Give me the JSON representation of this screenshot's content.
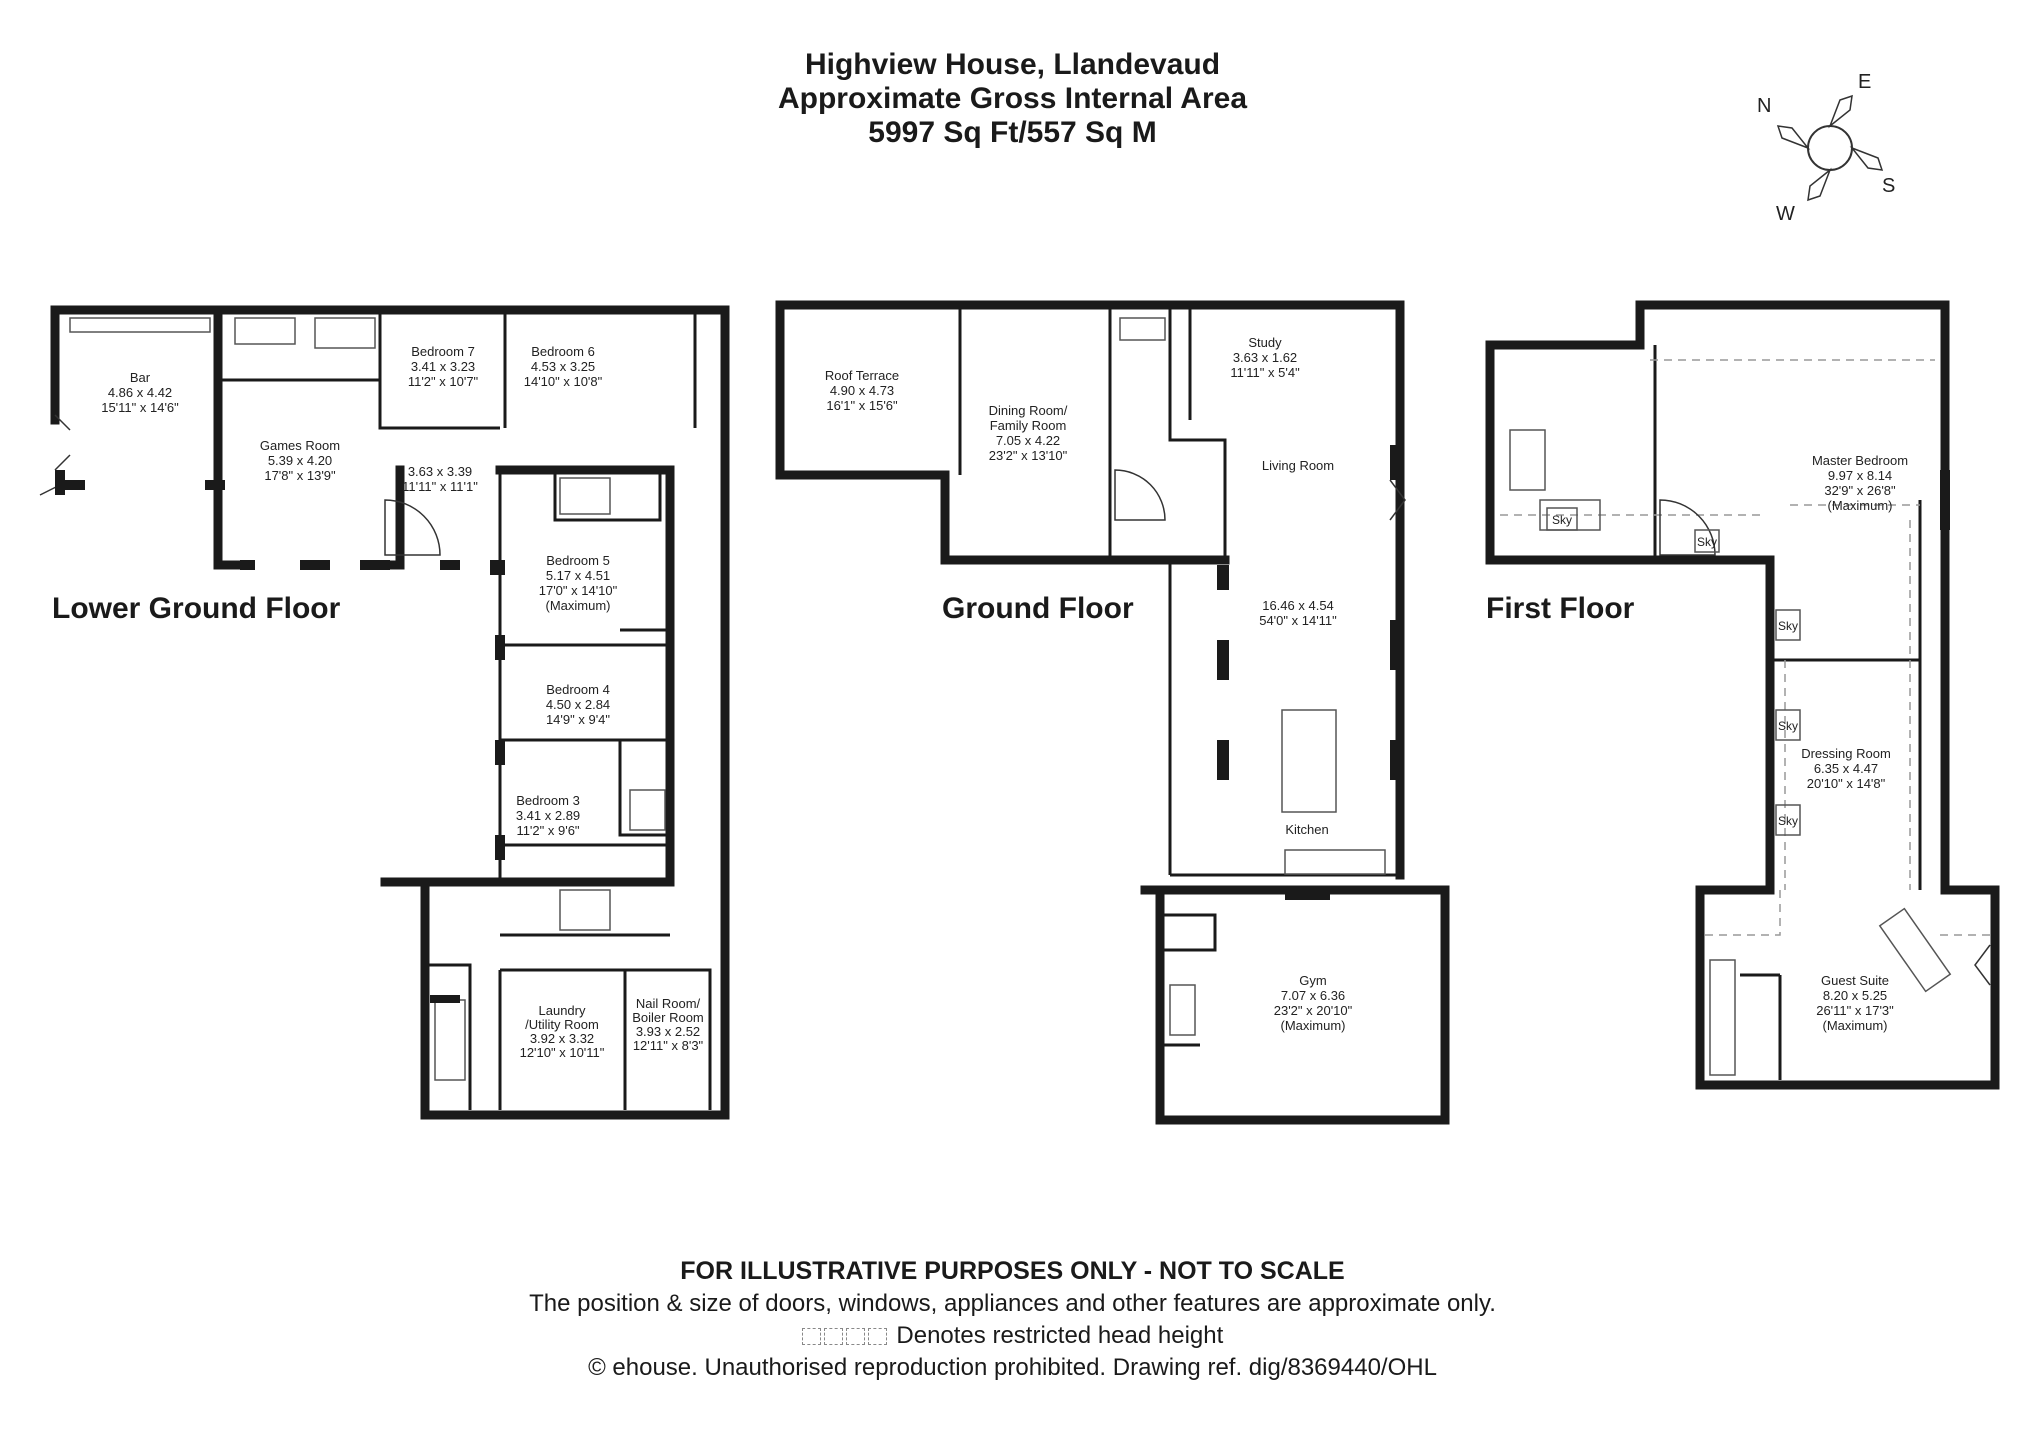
{
  "header": {
    "property": "Highview House, Llandevaud",
    "area_label": "Approximate Gross Internal Area",
    "area_value": "5997 Sq Ft/557 Sq M"
  },
  "compass": {
    "n": "N",
    "e": "E",
    "s": "S",
    "w": "W"
  },
  "floors": {
    "lower": {
      "label": "Lower Ground Floor",
      "rooms": [
        {
          "name": "Bar",
          "metric": "4.86 x 4.42",
          "imperial": "15'11\" x 14'6\""
        },
        {
          "name": "Games Room",
          "metric": "5.39 x 4.20",
          "imperial": "17'8\" x 13'9\""
        },
        {
          "name": "Bedroom 7",
          "metric": "3.41 x 3.23",
          "imperial": "11'2\" x 10'7\""
        },
        {
          "name": "Bedroom 6",
          "metric": "4.53 x 3.25",
          "imperial": "14'10\" x 10'8\""
        },
        {
          "name": "",
          "metric": "3.63 x 3.39",
          "imperial": "11'11\" x 11'1\""
        },
        {
          "name": "Bedroom 5",
          "metric": "5.17 x 4.51",
          "imperial": "17'0\" x 14'10\"",
          "note": "(Maximum)"
        },
        {
          "name": "Bedroom 4",
          "metric": "4.50 x 2.84",
          "imperial": "14'9\" x 9'4\""
        },
        {
          "name": "Bedroom 3",
          "metric": "3.41 x 2.89",
          "imperial": "11'2\" x 9'6\""
        },
        {
          "name": "Laundry",
          "name2": "/Utility Room",
          "metric": "3.92 x 3.32",
          "imperial": "12'10\" x 10'11\""
        },
        {
          "name": "Nail Room/",
          "name2": "Boiler Room",
          "metric": "3.93 x 2.52",
          "imperial": "12'11\" x 8'3\""
        }
      ]
    },
    "ground": {
      "label": "Ground Floor",
      "rooms": [
        {
          "name": "Roof Terrace",
          "metric": "4.90 x 4.73",
          "imperial": "16'1\" x 15'6\""
        },
        {
          "name": "Dining Room/",
          "name2": "Family Room",
          "metric": "7.05 x 4.22",
          "imperial": "23'2\" x 13'10\""
        },
        {
          "name": "Study",
          "metric": "3.63 x 1.62",
          "imperial": "11'11\" x 5'4\""
        },
        {
          "name": "Living Room",
          "metric": "16.46 x 4.54",
          "imperial": "54'0\" x 14'11\""
        },
        {
          "name": "Kitchen"
        },
        {
          "name": "Gym",
          "metric": "7.07 x 6.36",
          "imperial": "23'2\" x 20'10\"",
          "note": "(Maximum)"
        }
      ]
    },
    "first": {
      "label": "First Floor",
      "rooms": [
        {
          "name": "Master Bedroom",
          "metric": "9.97 x 8.14",
          "imperial": "32'9\" x 26'8\"",
          "note": "(Maximum)"
        },
        {
          "name": "Dressing Room",
          "metric": "6.35 x 4.47",
          "imperial": "20'10\" x 14'8\""
        },
        {
          "name": "Guest Suite",
          "metric": "8.20 x 5.25",
          "imperial": "26'11\" x 17'3\"",
          "note": "(Maximum)"
        }
      ],
      "sky_label": "Sky"
    }
  },
  "footer": {
    "disclaimer_title": "FOR ILLUSTRATIVE PURPOSES ONLY - NOT TO SCALE",
    "disclaimer_text": "The position & size of doors, windows, appliances and other features are approximate only.",
    "legend_text": "Denotes restricted head height",
    "copyright": "© ehouse. Unauthorised reproduction prohibited. Drawing ref. dig/8369440/OHL"
  }
}
